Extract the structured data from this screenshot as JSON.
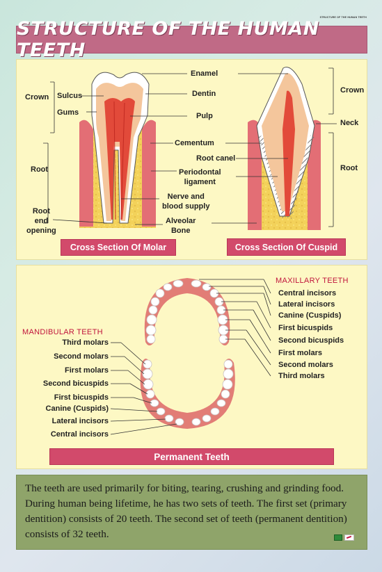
{
  "header": {
    "small_caption": "STRUCTURE OF THE HUMAN TEETH",
    "title": "STRUCTURE OF THE HUMAN TEETH"
  },
  "cross_sections": {
    "molar_caption": "Cross Section Of Molar",
    "cuspid_caption": "Cross Section Of Cuspid",
    "molar_labels": {
      "crown": "Crown",
      "sulcus": "Sulcus",
      "gums": "Gums",
      "root": "Root",
      "root_end_opening": [
        "Root",
        "end",
        "opening"
      ],
      "enamel": "Enamel",
      "dentin": "Dentin",
      "pulp": "Pulp",
      "cementum": "Cementum",
      "root_canel": "Root canel",
      "periodontal": [
        "Periodontal",
        "ligament"
      ],
      "nerve": [
        "Nerve and",
        "blood supply"
      ],
      "alveolar": [
        "Alveolar",
        "Bone"
      ]
    },
    "cuspid_labels": {
      "crown": "Crown",
      "neck": "Neck",
      "root": "Root"
    }
  },
  "permanent_teeth": {
    "caption": "Permanent Teeth",
    "maxillary_heading": "MAXILLARY TEETH",
    "maxillary": [
      "Central incisors",
      "Lateral incisors",
      "Canine (Cuspids)",
      "First bicuspids",
      "Second bicuspids",
      "First molars",
      "Second molars",
      "Third molars"
    ],
    "mandibular_heading": "MANDIBULAR TEETH",
    "mandibular": [
      "Third molars",
      "Second molars",
      "First molars",
      "Second bicuspids",
      "First bicuspids",
      "Canine (Cuspids)",
      "Lateral incisors",
      "Central incisors"
    ]
  },
  "description": "The teeth are used primarily for biting, tearing, crushing and grinding food. During human being lifetime, he has two sets of teeth. The first set (primary dentition) consists of 20 teeth. The second set of teeth (permanent dentition) consists of 32 teeth.",
  "colors": {
    "title": "#c06a86",
    "caption": "#d24a6b",
    "panel": "#fdf8c4",
    "footer": "#8fa46a",
    "heading_red": "#c0143c"
  }
}
